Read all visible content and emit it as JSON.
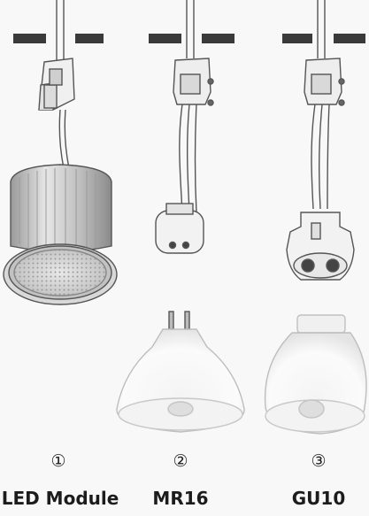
{
  "items": [
    {
      "number": "①",
      "label": "LED Module"
    },
    {
      "number": "②",
      "label": "MR16"
    },
    {
      "number": "③",
      "label": "GU10"
    }
  ],
  "colors": {
    "ceiling_line": "#3a3a3a",
    "outline": "#555555",
    "background": "#f7f8f7"
  }
}
